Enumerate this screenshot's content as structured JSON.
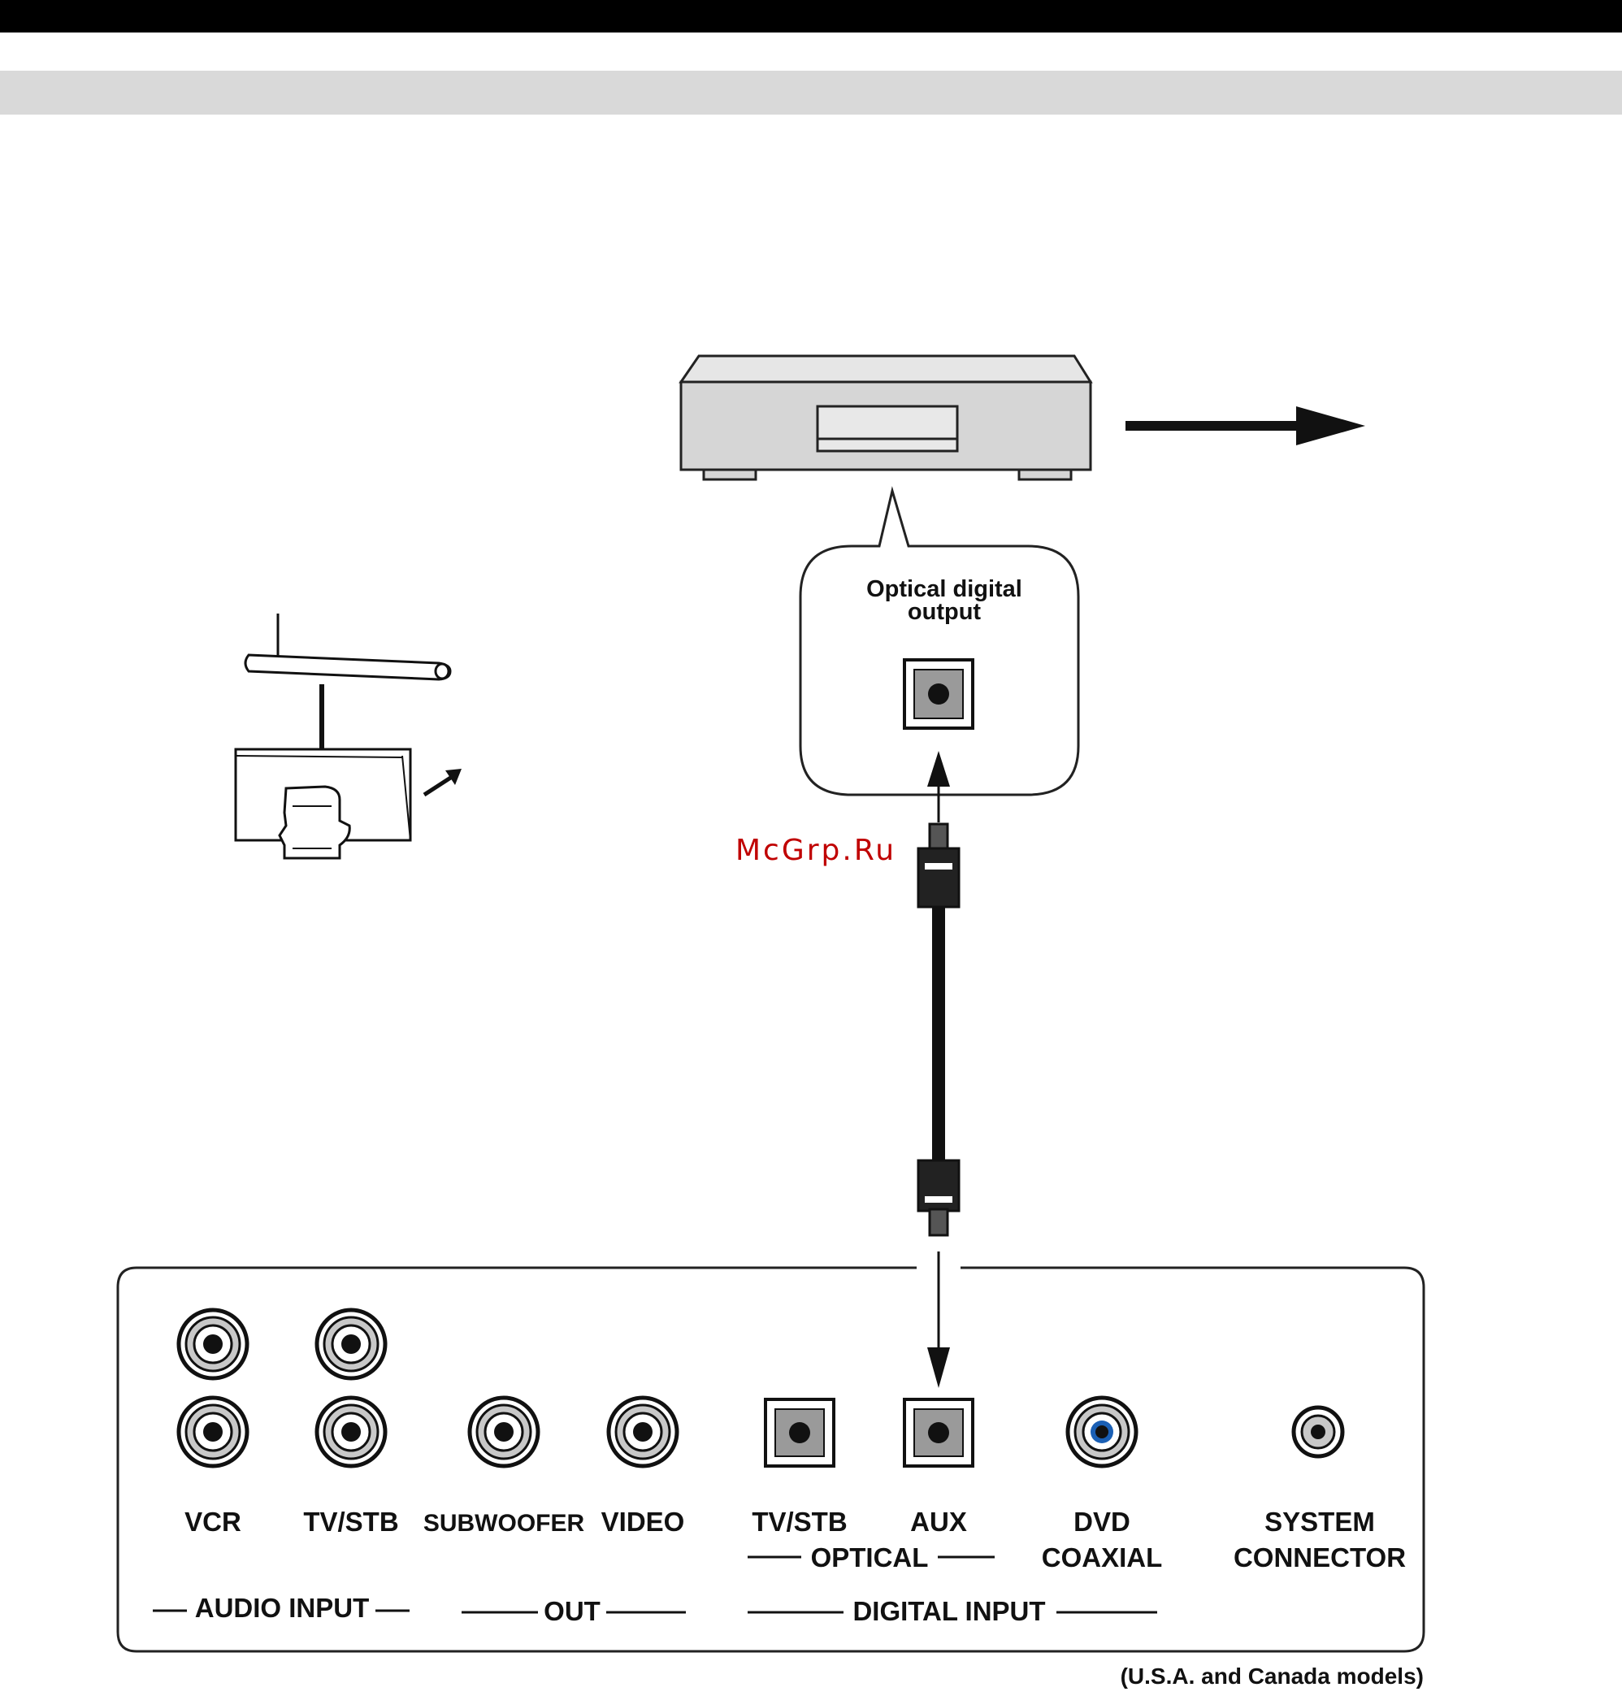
{
  "header": {
    "bar_color": "#000000",
    "band_color": "#d9d9d9"
  },
  "callout": {
    "line1": "Optical digital",
    "line2": "output"
  },
  "watermark": "McGrp.Ru",
  "panel": {
    "jacks": {
      "vcr": "VCR",
      "tv_stb_audio": "TV/STB",
      "subwoofer": "SUBWOOFER",
      "video": "VIDEO",
      "tv_stb_optical": "TV/STB",
      "aux": "AUX",
      "dvd": "DVD",
      "coaxial": "COAXIAL",
      "system": "SYSTEM",
      "connector": "CONNECTOR"
    },
    "groups": {
      "optical": "OPTICAL",
      "audio_input": "AUDIO INPUT",
      "out": "OUT",
      "digital_input": "DIGITAL INPUT"
    }
  },
  "footnote": "(U.S.A. and Canada models)",
  "colors": {
    "device_fill": "#d6d6d6",
    "coaxial_ring": "#1a5fb4",
    "watermark": "#c00000"
  }
}
